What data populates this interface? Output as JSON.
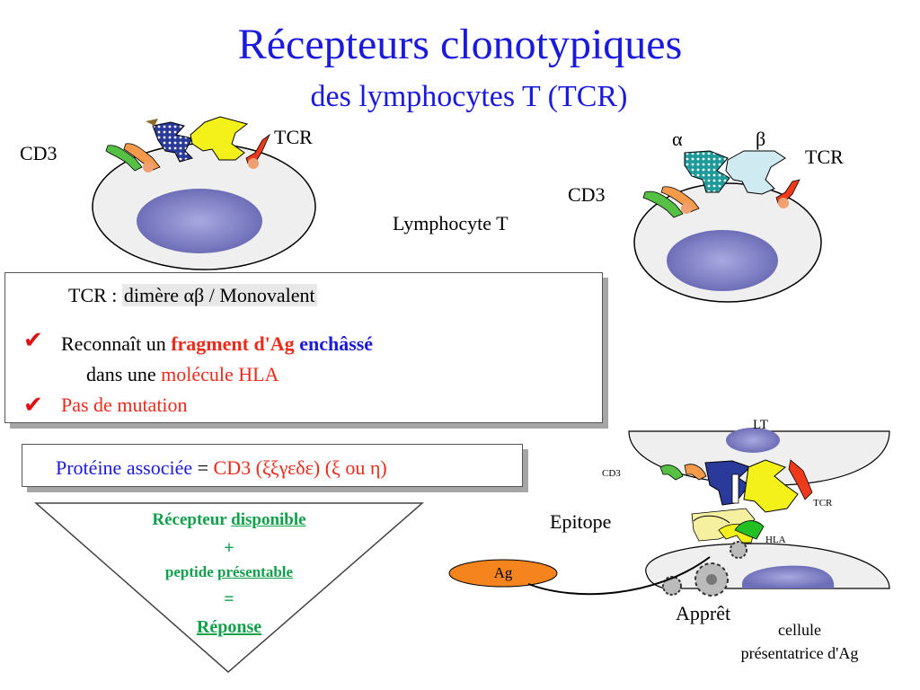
{
  "title": "Récepteurs clonotypiques",
  "subtitle": "des lymphocytes T (TCR)",
  "left_cell": {
    "cd3_label": "CD3",
    "tcr_label": "TCR"
  },
  "center_label": "Lymphocyte T",
  "right_cell": {
    "alpha": "α",
    "beta": "β",
    "tcr_label": "TCR",
    "cd3_label": "CD3"
  },
  "box1": {
    "line1_prefix": "TCR : ",
    "line1_highlight": "dimère αβ / Monovalent",
    "line2_prefix": "Reconnaît un ",
    "line2_red": "fragment d'Ag",
    "line2_blue": "enchâssé",
    "line3_prefix": "dans une ",
    "line3_red": "molécule HLA",
    "line4": "Pas de mutation"
  },
  "box2": {
    "prefix": "Protéine associée",
    "eq": " = ",
    "cd3": "CD3 (ξξγεδε) (ξ ou η)"
  },
  "triangle": {
    "line1_a": "Récepteur ",
    "line1_b": "disponible",
    "plus": "+",
    "line2_a": "peptide ",
    "line2_b": "présentable",
    "equals": "=",
    "line3": "Réponse"
  },
  "right_diagram": {
    "lt": "LT",
    "cd3": "CD3",
    "tcr": "TCR",
    "hla": "HLA",
    "epitope": "Epitope",
    "ag": "Ag",
    "appret": "Apprêt",
    "apc_line1": "cellule",
    "apc_line2": "présentatrice d'Ag"
  },
  "colors": {
    "title": "#1a1adf",
    "red": "#ee2a1a",
    "green": "#11a04a",
    "cell_fill": "#efefef",
    "nucleus": "#8888cc",
    "ag_fill": "#f5841f"
  }
}
